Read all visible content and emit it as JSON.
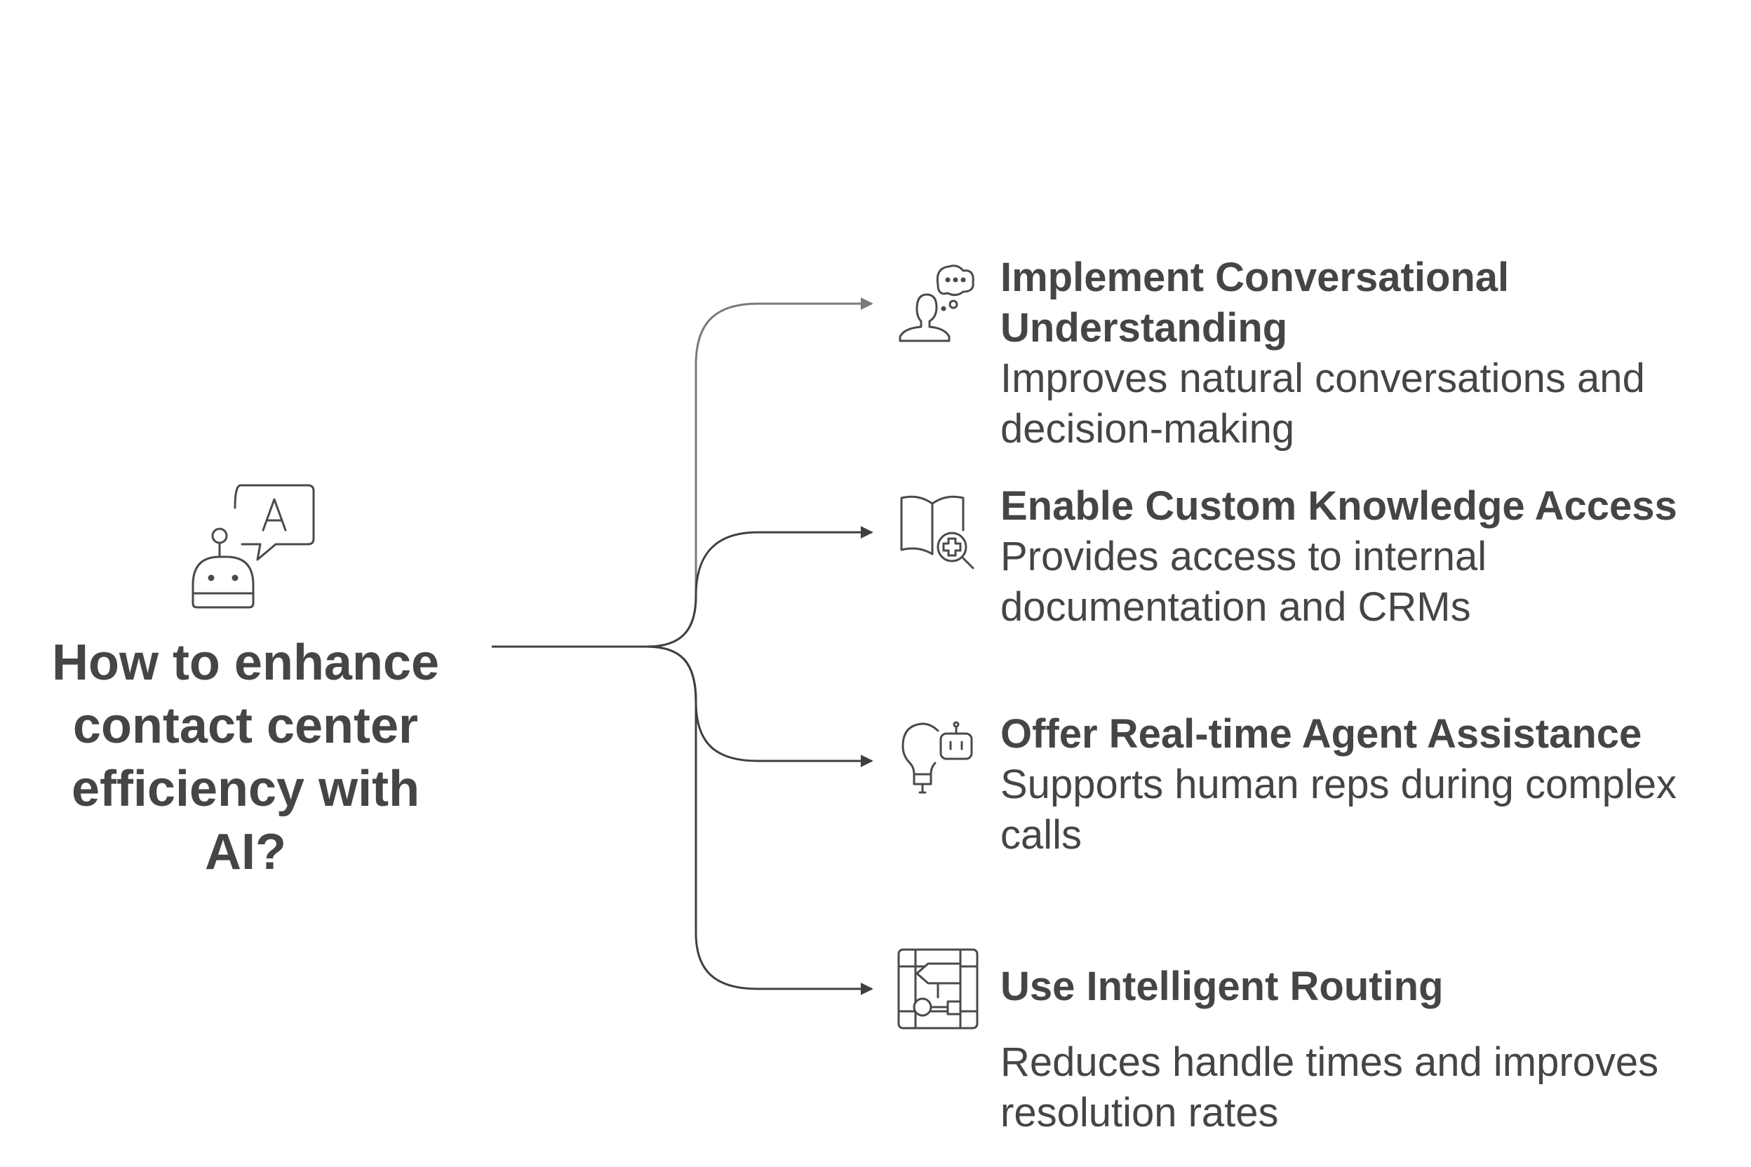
{
  "question": "How to enhance contact center efficiency with AI?",
  "root_icon": "robot-chat-icon",
  "colors": {
    "text": "#454545",
    "line": "#3f3f3f",
    "line_light": "#7a7a7a",
    "background": "#ffffff"
  },
  "branches": [
    {
      "title": "Implement Conversational Understanding",
      "description": "Improves natural conversations and decision-making",
      "icon": "person-thought-bubble-icon"
    },
    {
      "title": "Enable Custom Knowledge Access",
      "description": "Provides access to internal documentation and CRMs",
      "icon": "book-search-icon"
    },
    {
      "title": "Offer Real-time Agent Assistance",
      "description": "Supports human reps during complex calls",
      "icon": "lightbulb-robot-icon"
    },
    {
      "title": "Use Intelligent Routing",
      "description": "Reduces handle times and improves resolution rates",
      "icon": "flowchart-routing-icon"
    }
  ]
}
